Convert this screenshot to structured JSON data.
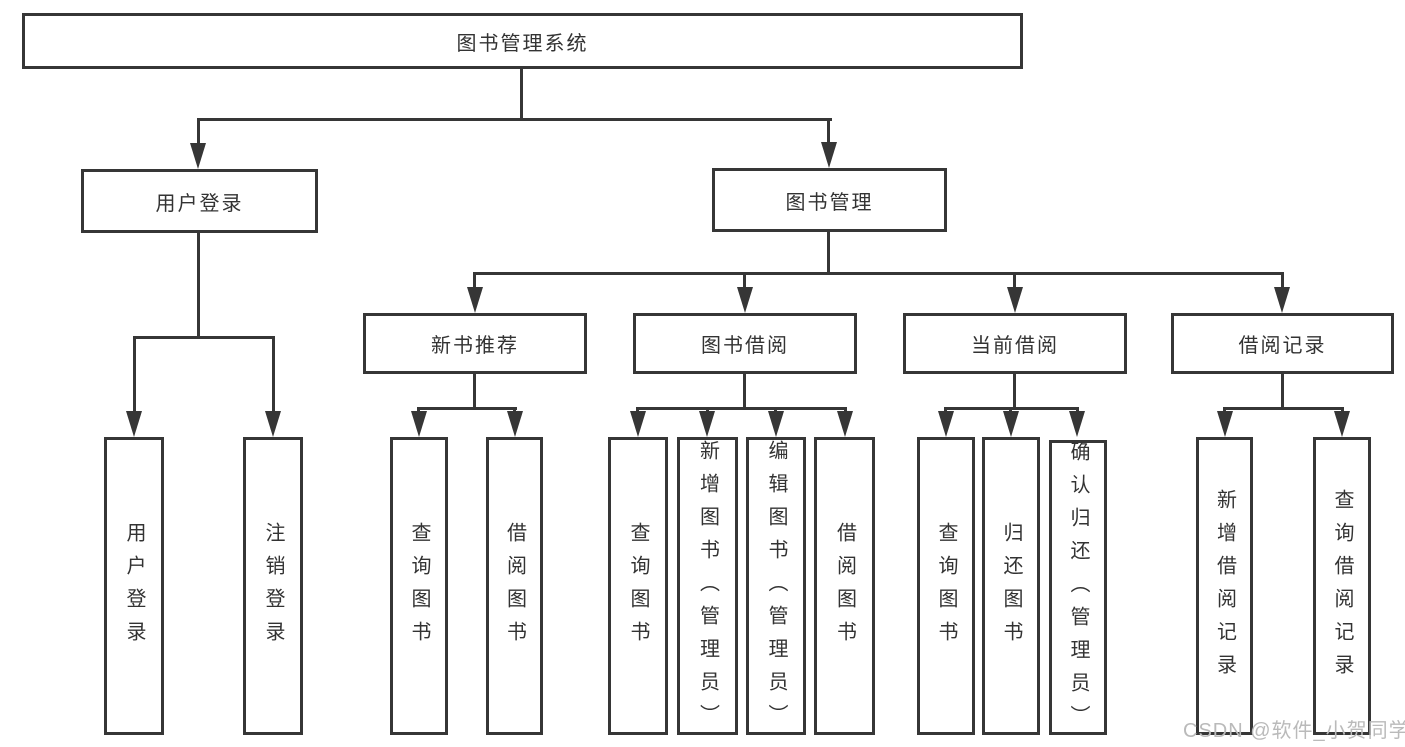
{
  "colors": {
    "line": "#363636",
    "text": "#333333",
    "watermark": "#bababa"
  },
  "root": {
    "label": "图书管理系统"
  },
  "branches": {
    "user_login": {
      "label": "用户登录",
      "children": {
        "login": "用户登录",
        "logout": "注销登录"
      }
    },
    "book_mgmt": {
      "label": "图书管理"
    }
  },
  "modules": {
    "new_book": {
      "label": "新书推荐",
      "children": {
        "query": "查询图书",
        "borrow": "借阅图书"
      }
    },
    "borrow": {
      "label": "图书借阅",
      "children": {
        "query": "查询图书",
        "add": "新增图书（管理员）",
        "edit": "编辑图书（管理员）",
        "borrow": "借阅图书"
      }
    },
    "current": {
      "label": "当前借阅",
      "children": {
        "query": "查询图书",
        "return": "归还图书",
        "confirm": "确认归还（管理员）"
      }
    },
    "records": {
      "label": "借阅记录",
      "children": {
        "add": "新增借阅记录",
        "query": "查询借阅记录"
      }
    }
  },
  "watermark": "CSDN @软件_小贺同学"
}
